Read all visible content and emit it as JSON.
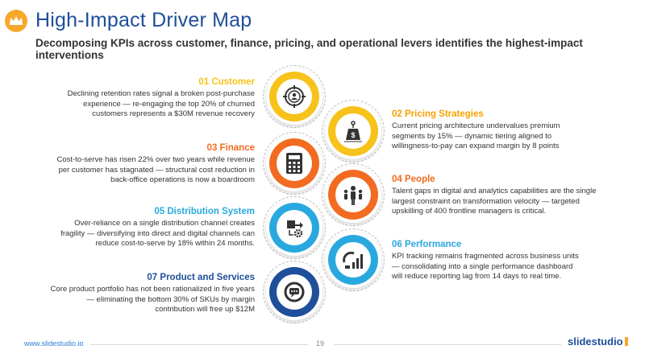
{
  "header": {
    "title": "High-Impact Driver Map",
    "subtitle": "Decomposing KPIs across customer, finance, pricing, and operational levers identifies the highest-impact interventions"
  },
  "items": [
    {
      "number": "01",
      "title": "01 Customer",
      "color": "#f7c21a",
      "icon": "target-person-icon",
      "text": "Declining retention rates signal a broken post-purchase experience — re-engaging the top 20% of churned customers represents a $30M revenue recovery"
    },
    {
      "number": "02",
      "title": "02 Pricing Strategies",
      "color": "#f7c21a",
      "icon": "price-tag-icon",
      "text": "Current pricing architecture undervalues premium segments by 15% — dynamic tiering aligned to willingness-to-pay can expand margin by 8 points"
    },
    {
      "number": "03",
      "title": "03 Finance",
      "color": "#f26b21",
      "icon": "calculator-icon",
      "text": "Cost-to-serve has risen 22% over two years while revenue per customer has stagnated — structural cost reduction in back-office operations is now a boardroom"
    },
    {
      "number": "04",
      "title": "04 People",
      "color": "#f26b21",
      "icon": "people-icon",
      "text": "Talent gaps in digital and analytics capabilities are the single largest constraint on transformation velocity — targeted upskilling of 400 frontline managers is critical."
    },
    {
      "number": "05",
      "title": "05 Distribution System",
      "color": "#29a8df",
      "icon": "distribution-gear-icon",
      "text": "Over-reliance on a single distribution channel creates fragility — diversifying into direct and digital channels can reduce cost-to-serve by 18% within 24 months."
    },
    {
      "number": "06",
      "title": "06 Performance",
      "color": "#29a8df",
      "icon": "performance-chart-icon",
      "text": "KPI tracking remains fragmented across business units — consolidating into a single performance dashboard will reduce reporting lag from 14 days to real time."
    },
    {
      "number": "07",
      "title": "07 Product and Services",
      "color": "#1f4f9a",
      "icon": "support-chat-icon",
      "text": "Core product portfolio has not been rationalized in five years — eliminating the bottom 30% of SKUs by margin contribution will free up $12M"
    }
  ],
  "footer": {
    "url": "www.slidestudio.io",
    "page": "19",
    "brand": "slidestudio"
  }
}
